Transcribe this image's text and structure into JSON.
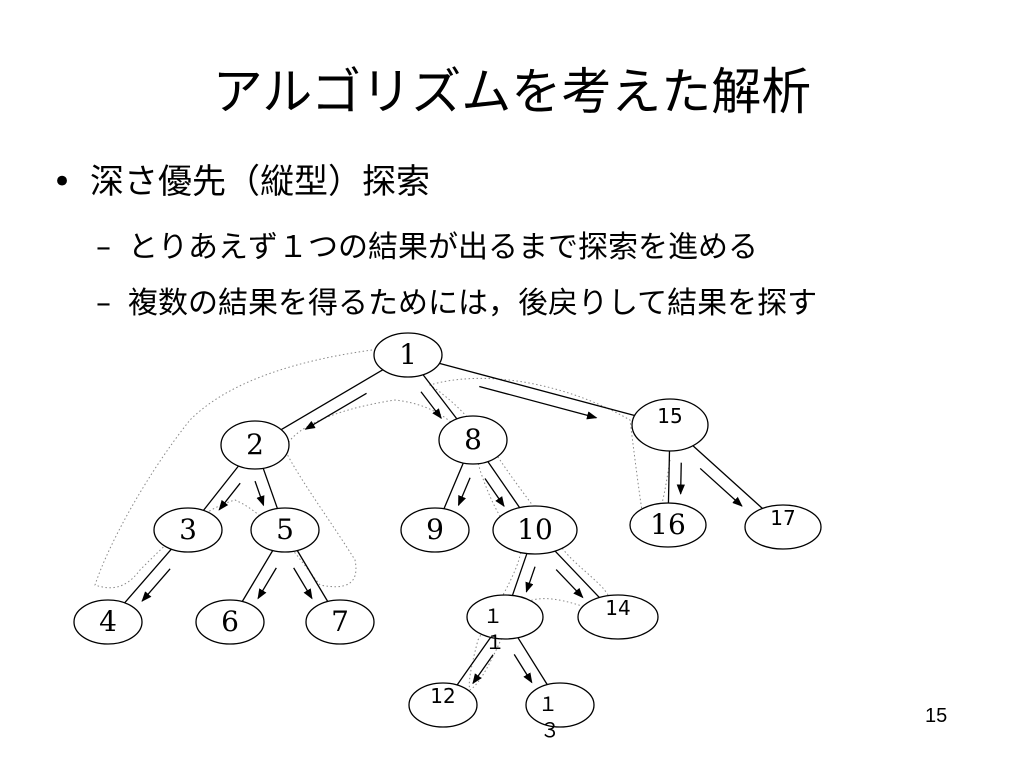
{
  "slide": {
    "title": "アルゴリズムを考えた解析",
    "bullets": [
      {
        "marker": "•",
        "text": "深さ優先（縦型）探索"
      },
      {
        "marker": "–",
        "text": "とりあえず１つの結果が出るまで探索を進める"
      },
      {
        "marker": "–",
        "text": "複数の結果を得るためには，後戻りして結果を探す"
      }
    ],
    "page_number": "15"
  },
  "tree": {
    "nodes": [
      {
        "id": "n1",
        "label": "1"
      },
      {
        "id": "n2",
        "label": "2"
      },
      {
        "id": "n8",
        "label": "8"
      },
      {
        "id": "n15",
        "label": "15"
      },
      {
        "id": "n3",
        "label": "3"
      },
      {
        "id": "n5",
        "label": "5"
      },
      {
        "id": "n9",
        "label": "9"
      },
      {
        "id": "n10",
        "label": "10"
      },
      {
        "id": "n16",
        "label": "16"
      },
      {
        "id": "n17",
        "label": "17"
      },
      {
        "id": "n4",
        "label": "4"
      },
      {
        "id": "n6",
        "label": "6"
      },
      {
        "id": "n7",
        "label": "7"
      },
      {
        "id": "n11",
        "label": "１\n１"
      },
      {
        "id": "n14",
        "label": "14"
      },
      {
        "id": "n12",
        "label": "12"
      },
      {
        "id": "n13",
        "label": "１\n３"
      }
    ],
    "edges": [
      [
        "n1",
        "n2"
      ],
      [
        "n1",
        "n8"
      ],
      [
        "n1",
        "n15"
      ],
      [
        "n2",
        "n3"
      ],
      [
        "n2",
        "n5"
      ],
      [
        "n3",
        "n4"
      ],
      [
        "n5",
        "n6"
      ],
      [
        "n5",
        "n7"
      ],
      [
        "n8",
        "n9"
      ],
      [
        "n8",
        "n10"
      ],
      [
        "n10",
        "n11"
      ],
      [
        "n10",
        "n14"
      ],
      [
        "n11",
        "n12"
      ],
      [
        "n11",
        "n13"
      ],
      [
        "n15",
        "n16"
      ],
      [
        "n15",
        "n17"
      ]
    ]
  }
}
